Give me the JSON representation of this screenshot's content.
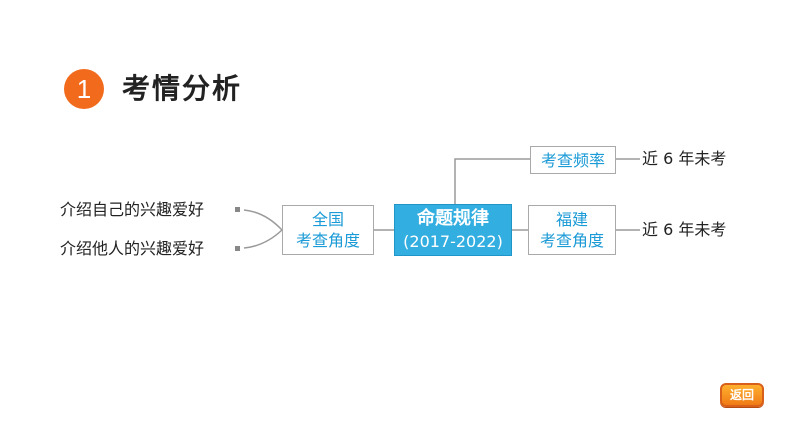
{
  "section": {
    "number": "1",
    "title": "考情分析"
  },
  "diagram": {
    "center": {
      "line1": "命题规律",
      "line2": "(2017-2022)"
    },
    "national": {
      "line1": "全国",
      "line2": "考查角度"
    },
    "frequency": {
      "label": "考查频率"
    },
    "fujian": {
      "line1": "福建",
      "line2": "考查角度"
    },
    "leaves_left": [
      "介绍自己的兴趣爱好",
      "介绍他人的兴趣爱好"
    ],
    "frequency_result": "近 6 年未考",
    "fujian_result": "近 6 年未考"
  },
  "nav": {
    "back_label": "返回"
  },
  "colors": {
    "badge": "#f26b1d",
    "center_fill": "#33aee0",
    "node_text": "#1a9ad6",
    "button": "#f07b16"
  }
}
